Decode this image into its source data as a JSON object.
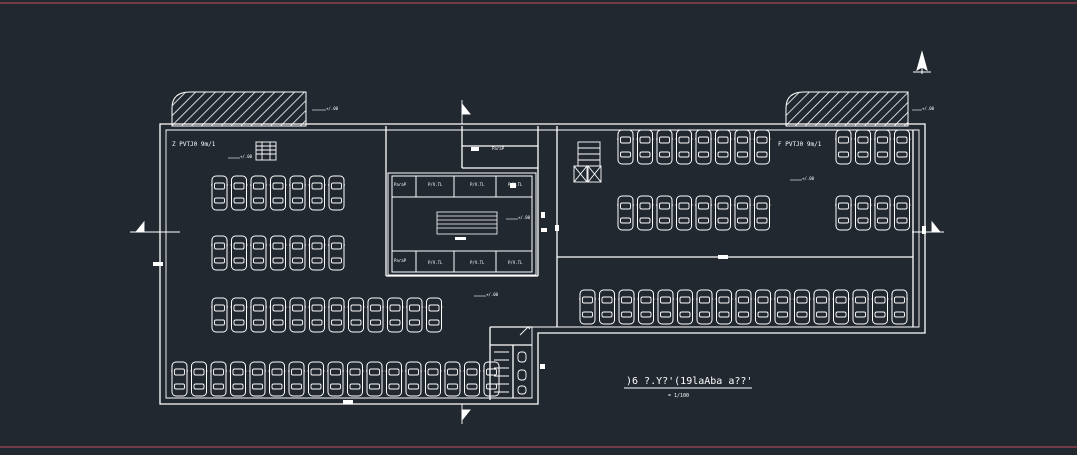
{
  "colors": {
    "background": "#212830",
    "line": "#ffffff",
    "frame": "#c44b5a"
  },
  "icons": {
    "north_arrow": "north-arrow-icon",
    "section_marker": "section-marker-icon"
  },
  "zones": {
    "left_label": "Z PVTJ0 9m/1",
    "right_label": "F PVTJ0 9m/1"
  },
  "core": {
    "room_labels_top": [
      "ParaP",
      "P/V.TL",
      "P/V.TL",
      "P/V.TL"
    ],
    "room_labels_bottom": [
      "ParaP",
      "P/V.TL",
      "P/V.TL",
      "P/V.TL"
    ],
    "stair_label": "ParaP"
  },
  "level_tags": [
    "+/.00",
    "+/.00",
    "+/.00",
    "+/.00",
    "+/.00",
    "+/.00"
  ],
  "title_block": {
    "title": ")6 ?.Y?'(19laAba a??'",
    "scale": "= 1/100"
  }
}
